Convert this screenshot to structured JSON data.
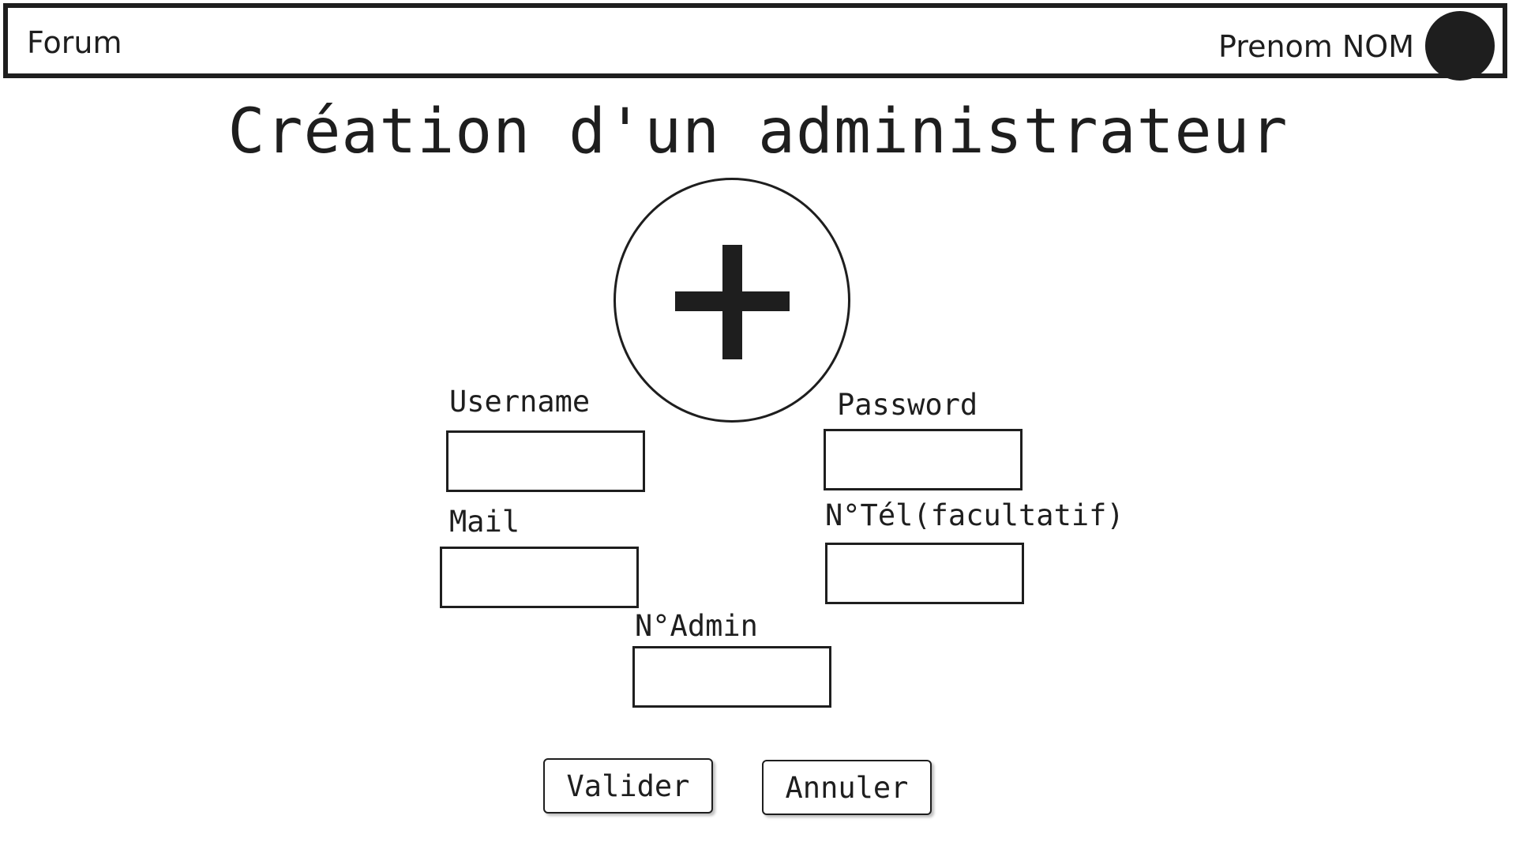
{
  "header": {
    "brand": "Forum",
    "user_name": "Prenom NOM"
  },
  "page": {
    "title": "Création d'un administrateur"
  },
  "avatar_upload": {
    "icon": "plus-icon"
  },
  "form": {
    "username": {
      "label": "Username",
      "value": "",
      "placeholder": ""
    },
    "password": {
      "label": "Password",
      "value": "",
      "placeholder": ""
    },
    "mail": {
      "label": "Mail",
      "value": "",
      "placeholder": ""
    },
    "phone": {
      "label": "N°Tél(facultatif)",
      "value": "",
      "placeholder": ""
    },
    "admin_number": {
      "label": "N°Admin",
      "value": "",
      "placeholder": ""
    }
  },
  "actions": {
    "submit_label": "Valider",
    "cancel_label": "Annuler"
  },
  "colors": {
    "ink": "#1e1e1e",
    "background": "#ffffff"
  }
}
